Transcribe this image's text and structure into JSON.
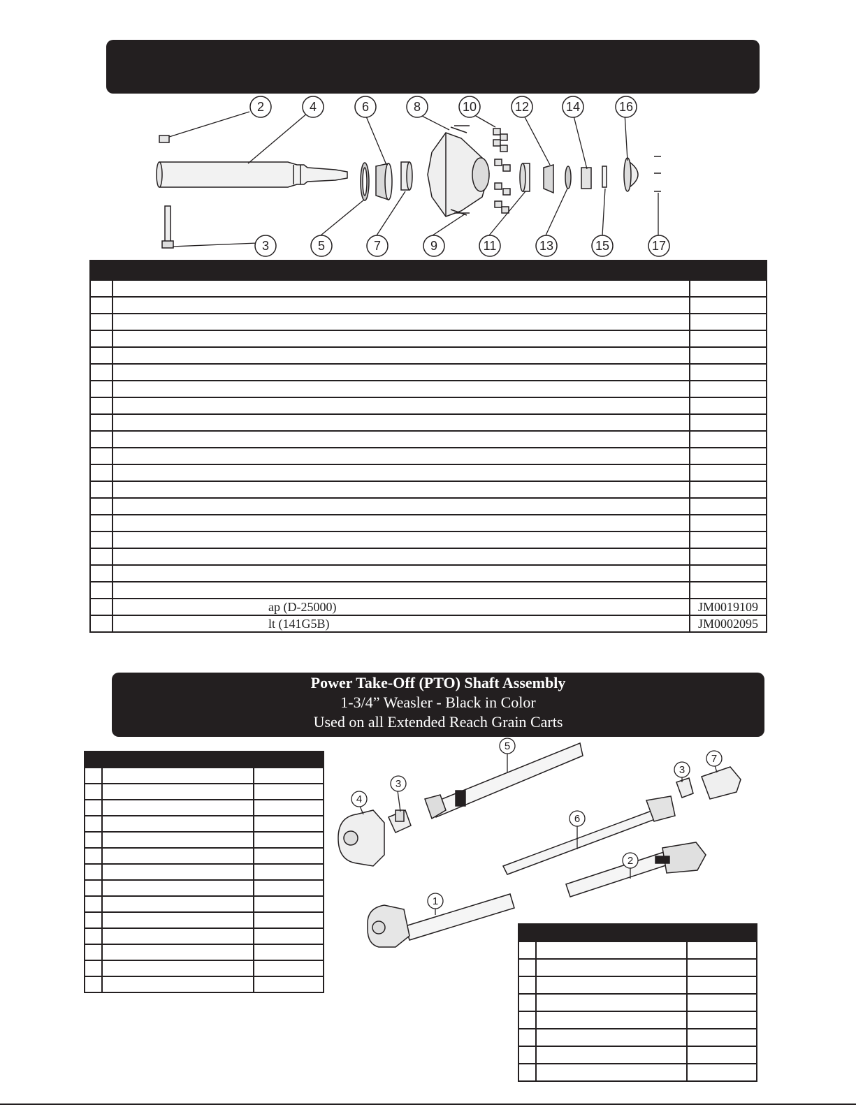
{
  "hub_section": {
    "banner_text": "",
    "callouts": [
      "2",
      "4",
      "6",
      "8",
      "10",
      "12",
      "14",
      "16",
      "3",
      "5",
      "7",
      "9",
      "11",
      "13",
      "15",
      "17"
    ],
    "table": {
      "rows": [
        {
          "item": "",
          "description": "",
          "part_number": ""
        },
        {
          "item": "",
          "description": "",
          "part_number": ""
        },
        {
          "item": "",
          "description": "",
          "part_number": ""
        },
        {
          "item": "",
          "description": "",
          "part_number": ""
        },
        {
          "item": "",
          "description": "",
          "part_number": ""
        },
        {
          "item": "",
          "description": "",
          "part_number": ""
        },
        {
          "item": "",
          "description": "",
          "part_number": ""
        },
        {
          "item": "",
          "description": "",
          "part_number": ""
        },
        {
          "item": "",
          "description": "",
          "part_number": ""
        },
        {
          "item": "",
          "description": "",
          "part_number": ""
        },
        {
          "item": "",
          "description": "",
          "part_number": ""
        },
        {
          "item": "",
          "description": "",
          "part_number": ""
        },
        {
          "item": "",
          "description": "",
          "part_number": ""
        },
        {
          "item": "",
          "description": "",
          "part_number": ""
        },
        {
          "item": "",
          "description": "",
          "part_number": ""
        },
        {
          "item": "",
          "description": "",
          "part_number": ""
        },
        {
          "item": "",
          "description": "",
          "part_number": ""
        },
        {
          "item": "",
          "description": "",
          "part_number": ""
        },
        {
          "item": "",
          "description": "",
          "part_number": ""
        },
        {
          "item": "",
          "description": "ap (D-25000)",
          "part_number": "JM0019109"
        },
        {
          "item": "",
          "description": "lt (141G5B)",
          "part_number": "JM0002095"
        }
      ]
    }
  },
  "pto_section": {
    "title": "Power Take-Off (PTO) Shaft Assembly",
    "subtitle": "1-3/4” Weasler - Black in Color",
    "note": "Used on all Extended Reach Grain Carts",
    "callouts": [
      "5",
      "3",
      "7",
      "4",
      "6",
      "2",
      "1"
    ],
    "left_table_rows": 14,
    "right_table_rows": 8
  }
}
